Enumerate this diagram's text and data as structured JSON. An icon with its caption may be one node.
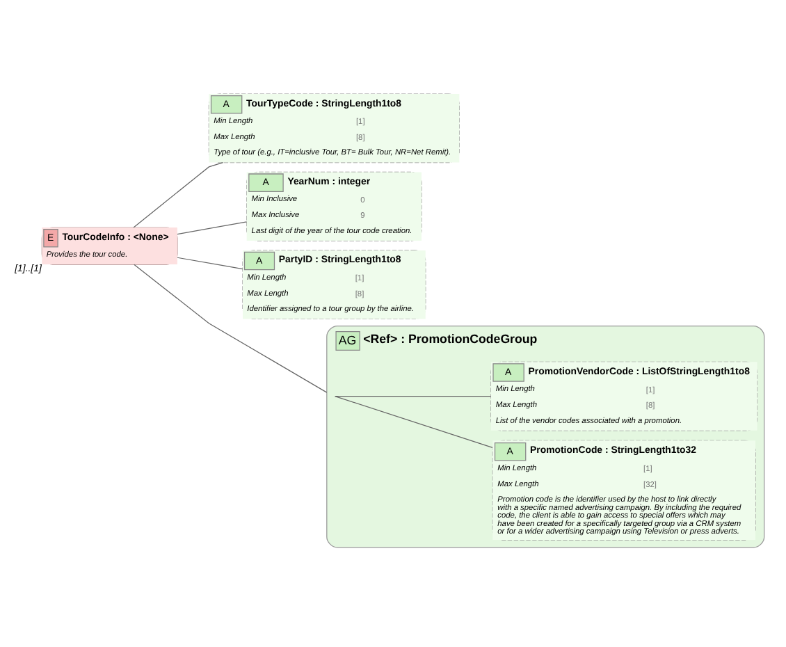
{
  "diagram": {
    "nodes": [
      {
        "text": [
          "E",
          "TourCodeInfo : <None>",
          "Provides the tour code."
        ],
        "beside": [
          "[1]..[1]"
        ]
      },
      {
        "text": [
          "A",
          "TourTypeCode : StringLength1to8",
          "Min Length",
          "[1]",
          "Max Length",
          "[8]",
          "Type of tour (e.g., IT=inclusive Tour, BT= Bulk Tour, NR=Net Remit)."
        ]
      },
      {
        "text": [
          "A",
          "YearNum : integer",
          "Min Inclusive",
          "0",
          "Max Inclusive",
          "9",
          "Last digit of the year of the tour code creation."
        ]
      },
      {
        "text": [
          "AG",
          "<Ref> : PromotionCodeGroup"
        ]
      },
      {
        "text": [
          "A",
          "PromotionCode : StringLength1to32",
          "Min Length",
          "[1]",
          "Max Length",
          "[32]",
          "Promotion code is the identifier used by the host to link directly with a specific named advertising campaign. By including the required code, the client is able to gain access to special offers which may have been created for a specifically targeted group via a CRM system or for a wider advertising campaign using Television or press adverts."
        ],
        "in": 3
      },
      {
        "text": [
          "A",
          "PromotionVendorCode : ListOfStringLength1to8",
          "Min Length",
          "[1]",
          "Max Length",
          "[8]",
          "List of the vendor codes associated with a promotion."
        ],
        "in": 3
      },
      {
        "text": [
          "A",
          "PartyID : StringLength1to8",
          "Min Length",
          "[1]",
          "Max Length",
          "[8]",
          "Identifier assigned to a tour group by the airline."
        ]
      }
    ],
    "edges": [
      {
        "from": 0,
        "to": 1,
        "arrow": "none"
      },
      {
        "from": 0,
        "to": 2,
        "arrow": "none"
      },
      {
        "from": 0,
        "to": 3,
        "arrow": "none"
      },
      {
        "from": 3,
        "to": 4,
        "arrow": "none"
      },
      {
        "from": 3,
        "to": 5,
        "arrow": "none"
      },
      {
        "from": 0,
        "to": 6,
        "arrow": "none"
      }
    ]
  }
}
